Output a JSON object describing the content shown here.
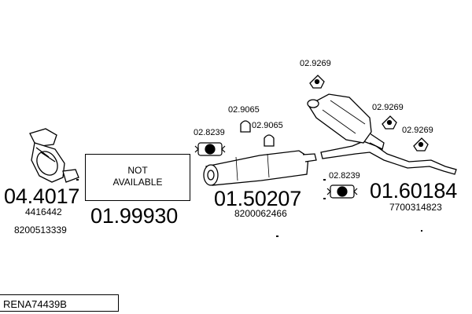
{
  "parts": {
    "manifold_code": "04.4017",
    "manifold_ref1": "4416442",
    "manifold_ref2": "8200513339",
    "not_available_line1": "NOT",
    "not_available_line2": "AVAILABLE",
    "not_available_code": "01.99930",
    "center_code": "01.50207",
    "center_ref": "8200062466",
    "rear_code": "01.60184",
    "rear_ref": "7700314823"
  },
  "fittings": {
    "f1": "02.8239",
    "f2": "02.9065",
    "f3": "02.9065",
    "f4": "02.9269",
    "f5": "02.9269",
    "f6": "02.9269",
    "f7": "02.8239"
  },
  "vehicle_ref": "RENA74439B"
}
